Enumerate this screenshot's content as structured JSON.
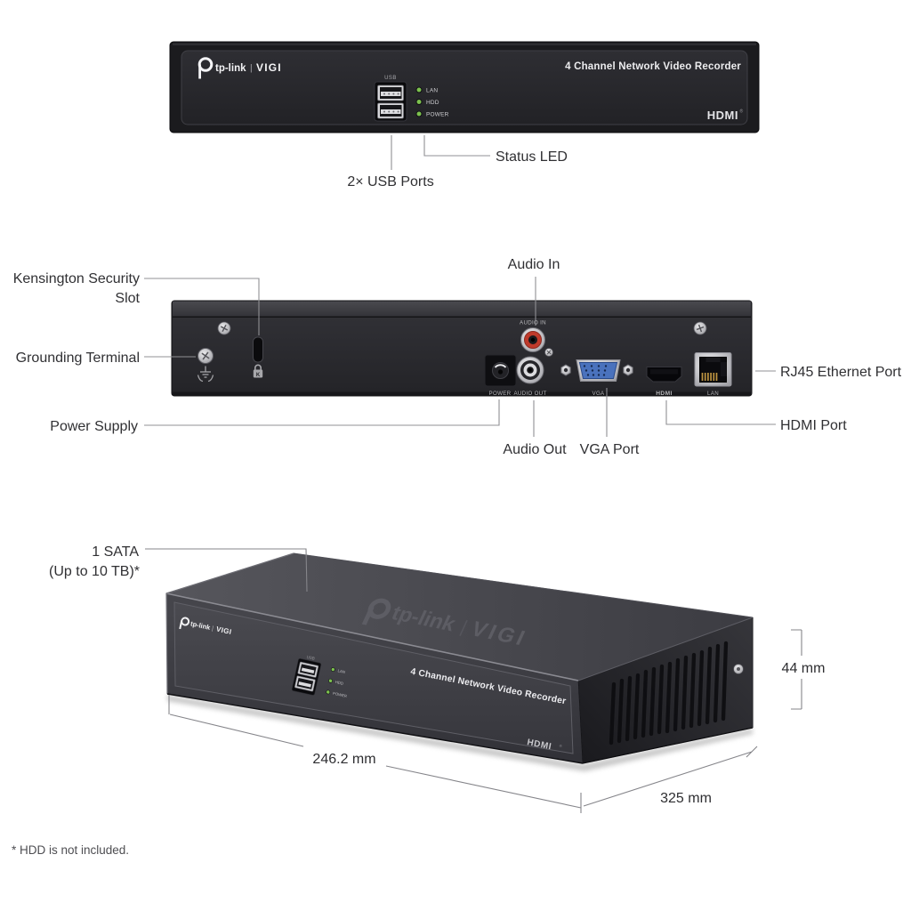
{
  "brand": {
    "name": "tp-link",
    "separator": "|",
    "sub": "VIGI"
  },
  "product": {
    "title": "4 Channel Network Video Recorder",
    "hdmi": "HDMI",
    "reg": "®"
  },
  "front_view": {
    "usb_label": "USB",
    "leds": [
      "LAN",
      "HDD",
      "POWER"
    ],
    "callouts": {
      "status_led": "Status LED",
      "usb_ports": "2× USB Ports"
    }
  },
  "rear_view": {
    "port_labels": {
      "audio_in": "AUDIO IN",
      "power": "POWER",
      "audio_out": "AUDIO OUT",
      "vga": "VGA",
      "hdmi": "HDMI",
      "lan": "LAN"
    },
    "kensington_k": "K",
    "callouts": {
      "kensington_line1": "Kensington Security",
      "kensington_line2": "Slot",
      "grounding": "Grounding Terminal",
      "power_supply": "Power Supply",
      "audio_in": "Audio In",
      "audio_out": "Audio Out",
      "vga": "VGA Port",
      "rj45": "RJ45 Ethernet Port",
      "hdmi": "HDMI Port"
    }
  },
  "iso_view": {
    "sata_line1": "1 SATA",
    "sata_line2": "(Up to 10 TB)*",
    "dim_width": "246.2 mm",
    "dim_depth": "325 mm",
    "dim_height": "44 mm"
  },
  "footnote": "* HDD is not included.",
  "colors": {
    "device_dark": "#232327",
    "led_green": "#7cc14e",
    "rca_red": "#bf3a2b",
    "vga_blue": "#4a72bd",
    "line_gray": "#909094",
    "label_text": "#303033"
  }
}
